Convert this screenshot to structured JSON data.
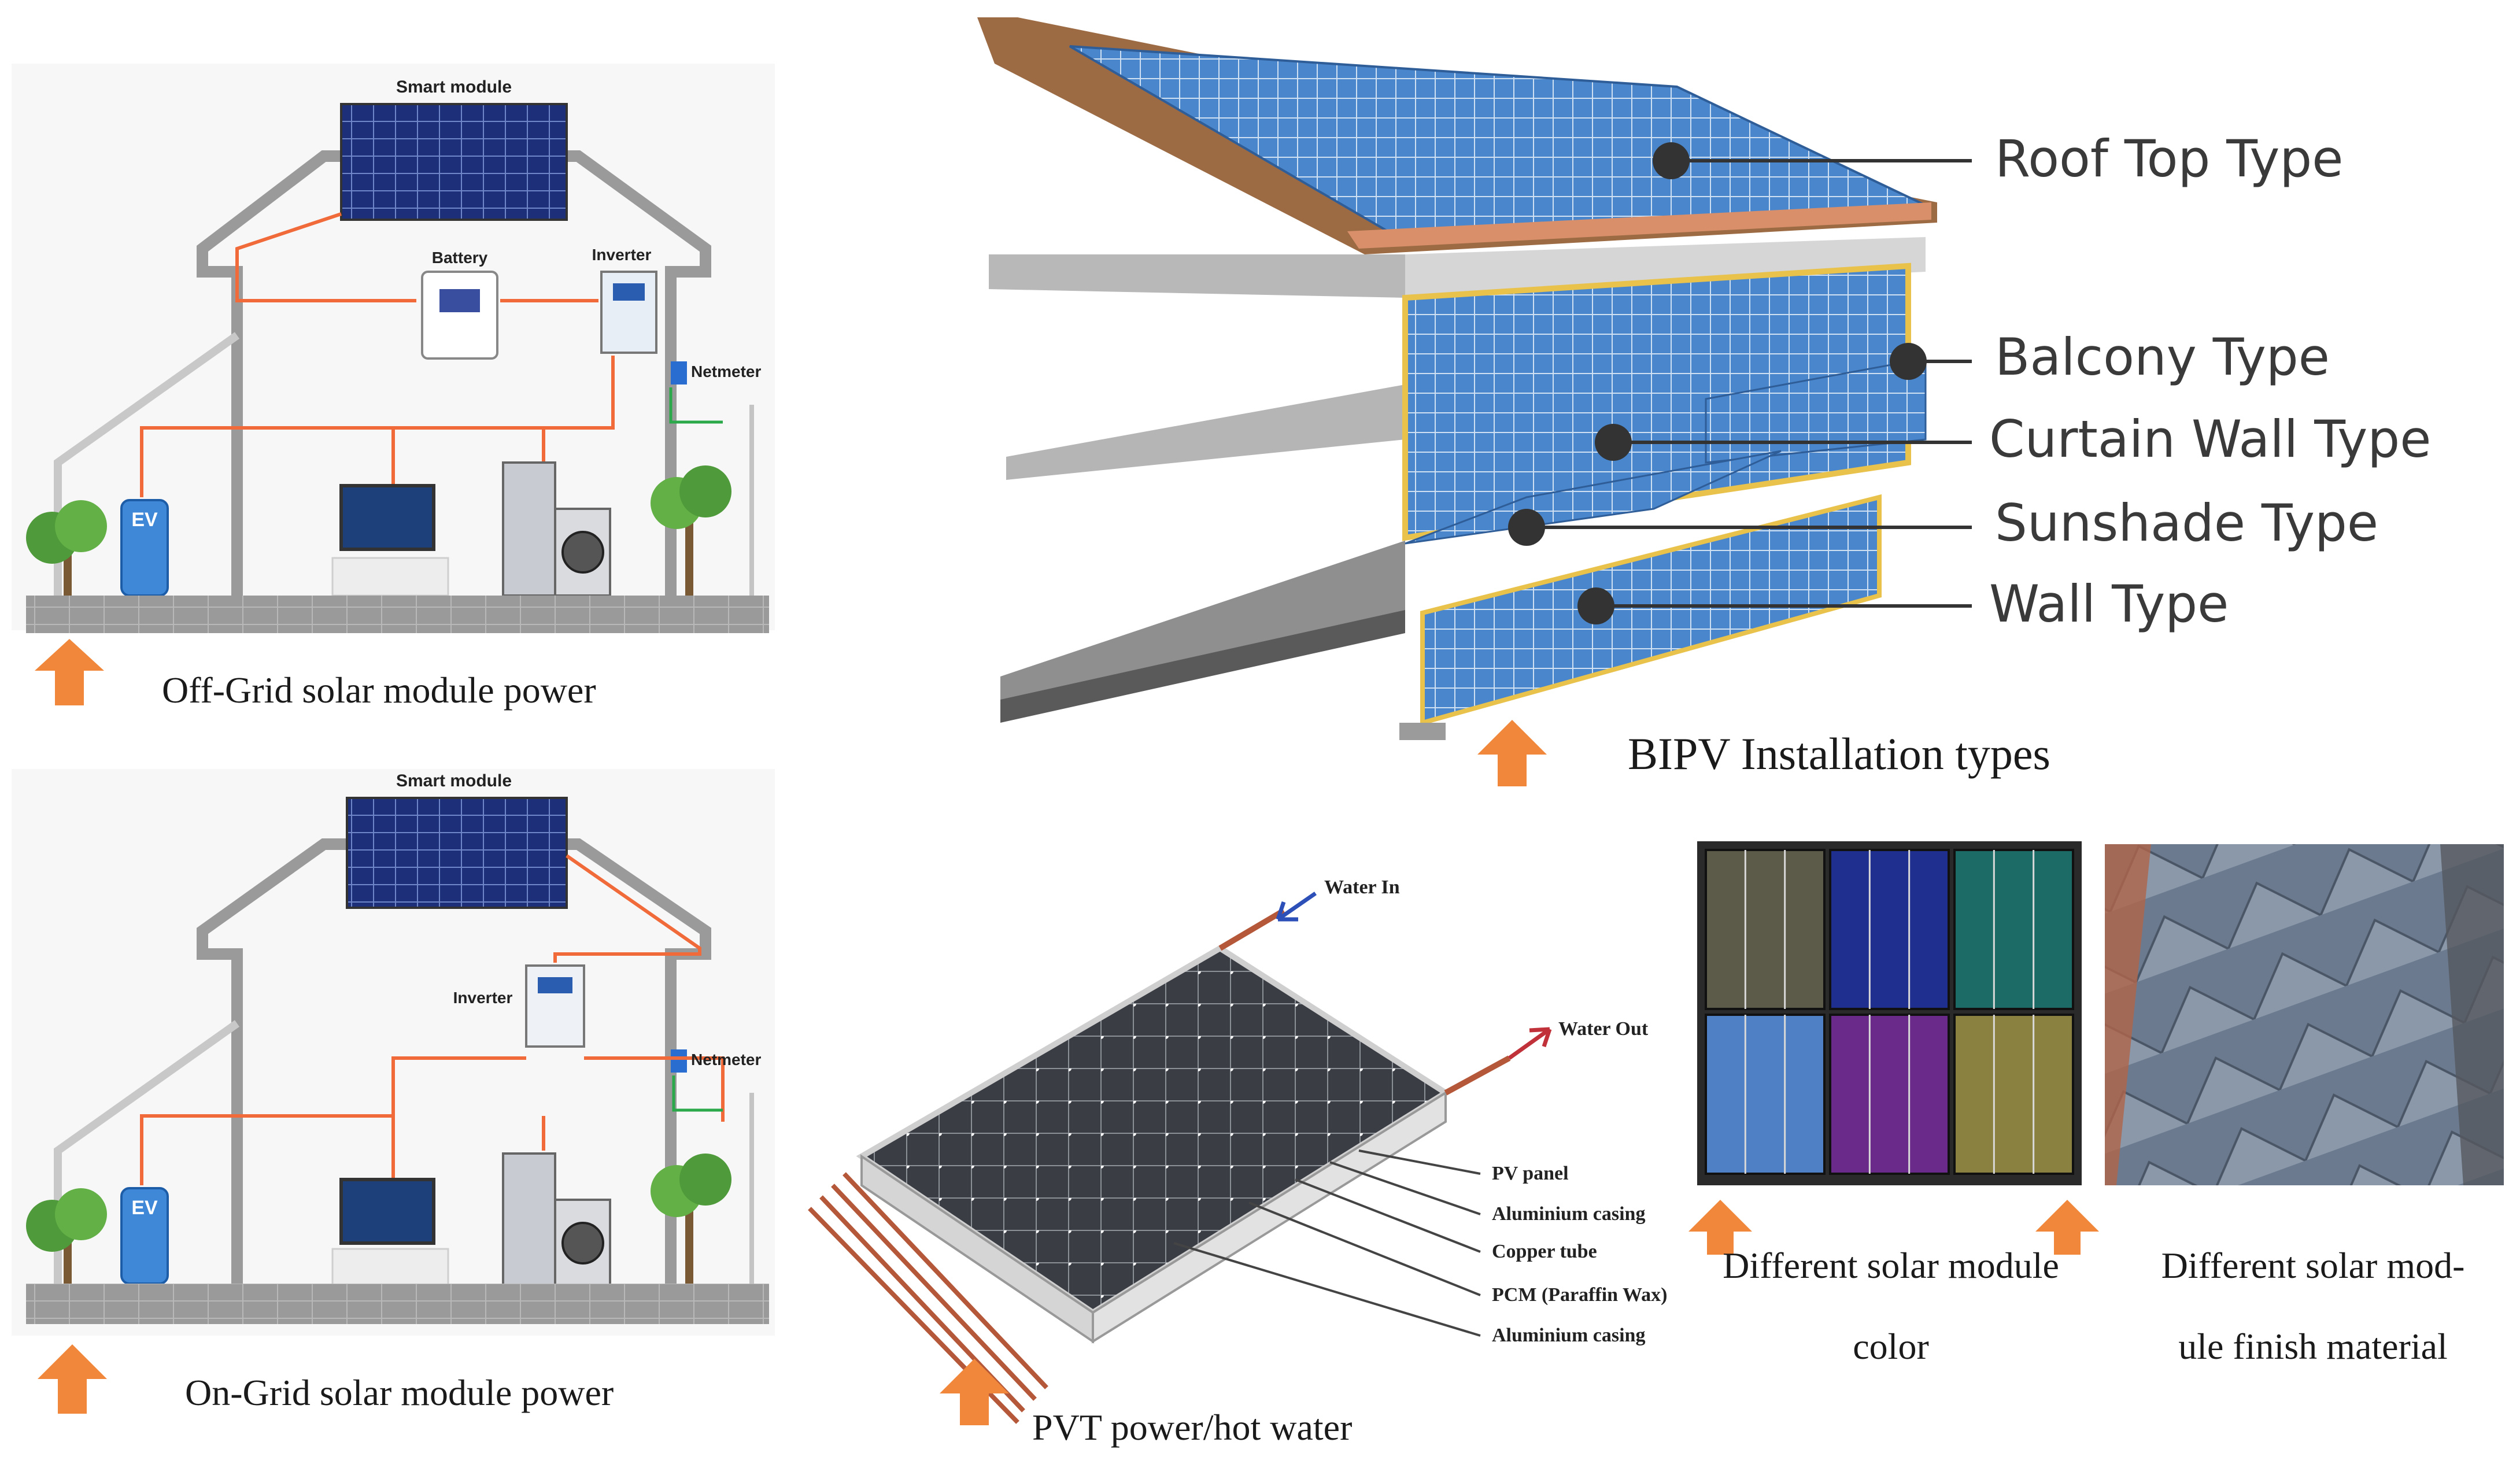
{
  "off_grid": {
    "caption": "Off-Grid  solar module power",
    "smart_module": "Smart module",
    "battery": "Battery",
    "inverter": "Inverter",
    "netmeter": "Netmeter",
    "ev": "EV"
  },
  "on_grid": {
    "caption": "On-Grid solar module power",
    "smart_module": "Smart module",
    "inverter": "Inverter",
    "netmeter": "Netmeter",
    "ev": "EV"
  },
  "bipv": {
    "caption": "BIPV Installation types",
    "types": [
      "Roof Top Type",
      "Balcony Type",
      "Curtain Wall Type",
      "Sunshade Type",
      "Wall Type"
    ]
  },
  "pvt": {
    "caption": "PVT power/hot  water",
    "water_in": "Water In",
    "water_out": "Water Out",
    "layers": [
      "PV panel",
      "Aluminium casing",
      "Copper tube",
      "PCM (Paraffin Wax)",
      "Aluminium casing"
    ]
  },
  "color_panel": {
    "caption_line1": "Different  solar module",
    "caption_line2": "color",
    "swatches": [
      "#5c5a48",
      "#1f2f8f",
      "#1c6b66",
      "#4f7fc4",
      "#6a2a8a",
      "#8a8040"
    ]
  },
  "finish_panel": {
    "caption_line1": "Different  solar mod-",
    "caption_line2": "ule finish material"
  },
  "colors": {
    "arrow": "#f0873a",
    "wire": "#f06a3a",
    "panel_blue": "#1e2f7a",
    "bipv_blue": "#4a86cc",
    "frame_yellow": "#e8c24a"
  }
}
